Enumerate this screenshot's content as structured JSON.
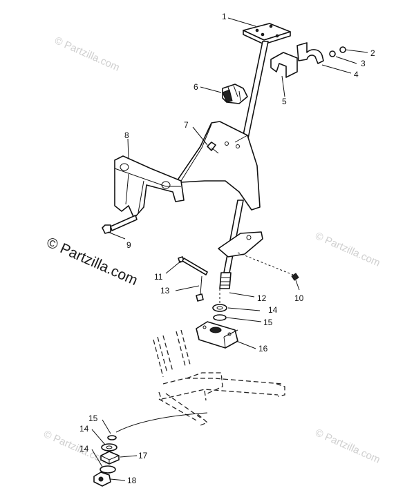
{
  "diagram": {
    "watermark_main": "© Partzilla.com",
    "watermark_faint": "© Partzilla.com",
    "callouts": [
      {
        "id": "c1",
        "text": "1"
      },
      {
        "id": "c2",
        "text": "2"
      },
      {
        "id": "c3",
        "text": "3"
      },
      {
        "id": "c4",
        "text": "4"
      },
      {
        "id": "c5",
        "text": "5"
      },
      {
        "id": "c6",
        "text": "6"
      },
      {
        "id": "c7",
        "text": "7"
      },
      {
        "id": "c8",
        "text": "8"
      },
      {
        "id": "c9",
        "text": "9"
      },
      {
        "id": "c10",
        "text": "10"
      },
      {
        "id": "c11",
        "text": "11"
      },
      {
        "id": "c12",
        "text": "12"
      },
      {
        "id": "c13",
        "text": "13"
      },
      {
        "id": "c14a",
        "text": "14"
      },
      {
        "id": "c15a",
        "text": "15"
      },
      {
        "id": "c16",
        "text": "16"
      },
      {
        "id": "c15b",
        "text": "15"
      },
      {
        "id": "c14b",
        "text": "14"
      },
      {
        "id": "c17",
        "text": "17"
      },
      {
        "id": "c14c",
        "text": "14"
      },
      {
        "id": "c18",
        "text": "18"
      }
    ]
  }
}
